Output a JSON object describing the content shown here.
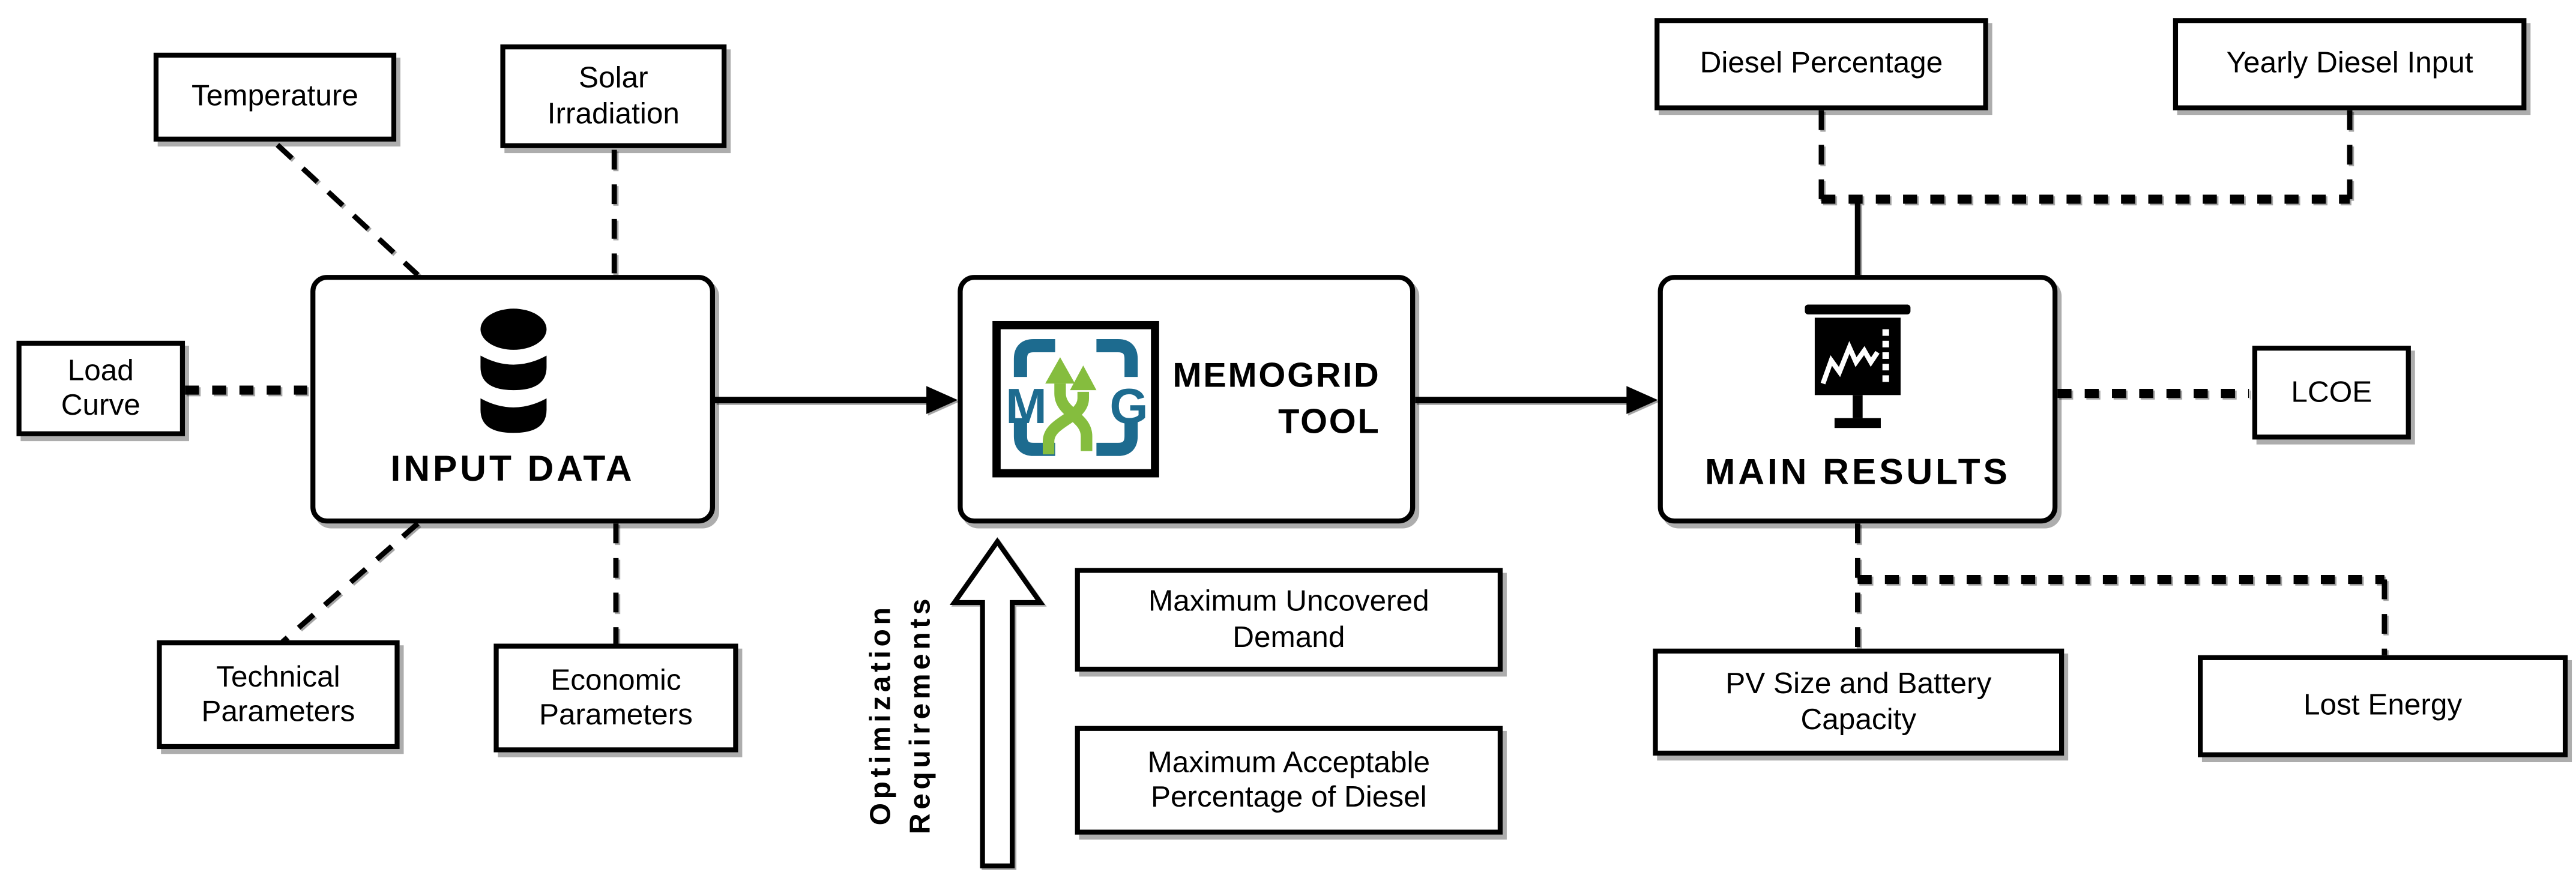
{
  "colors": {
    "teal": "#1d6b8f",
    "green": "#85bd3e",
    "black": "#000000",
    "box_fill": "#ffffff"
  },
  "nodes": {
    "temperature": {
      "label": "Temperature"
    },
    "solar_irradiation": {
      "label": "Solar Irradiation"
    },
    "load_curve": {
      "label": "Load Curve"
    },
    "technical_parameters": {
      "label": "Technical Parameters"
    },
    "economic_parameters": {
      "label": "Economic Parameters"
    },
    "input_data": {
      "label": "INPUT DATA"
    },
    "memogrid_tool": {
      "line1": "MEMOGRID",
      "line2": "TOOL",
      "logo_letter_left": "M",
      "logo_letter_right": "G"
    },
    "main_results": {
      "label": "MAIN RESULTS"
    },
    "diesel_percentage": {
      "label": "Diesel Percentage"
    },
    "yearly_diesel_input": {
      "label": "Yearly Diesel Input"
    },
    "lcoe": {
      "label": "LCOE"
    },
    "pv_size_and_battery_capacity": {
      "label": "PV Size and Battery Capacity"
    },
    "lost_energy": {
      "label": "Lost Energy"
    },
    "maximum_uncovered_demand": {
      "label": "Maximum Uncovered Demand"
    },
    "maximum_acceptable_percentage_of_diesel": {
      "label": "Maximum Acceptable Percentage of Diesel"
    },
    "optimization_requirements": {
      "line1": "Optimization",
      "line2": "Requirements"
    }
  }
}
